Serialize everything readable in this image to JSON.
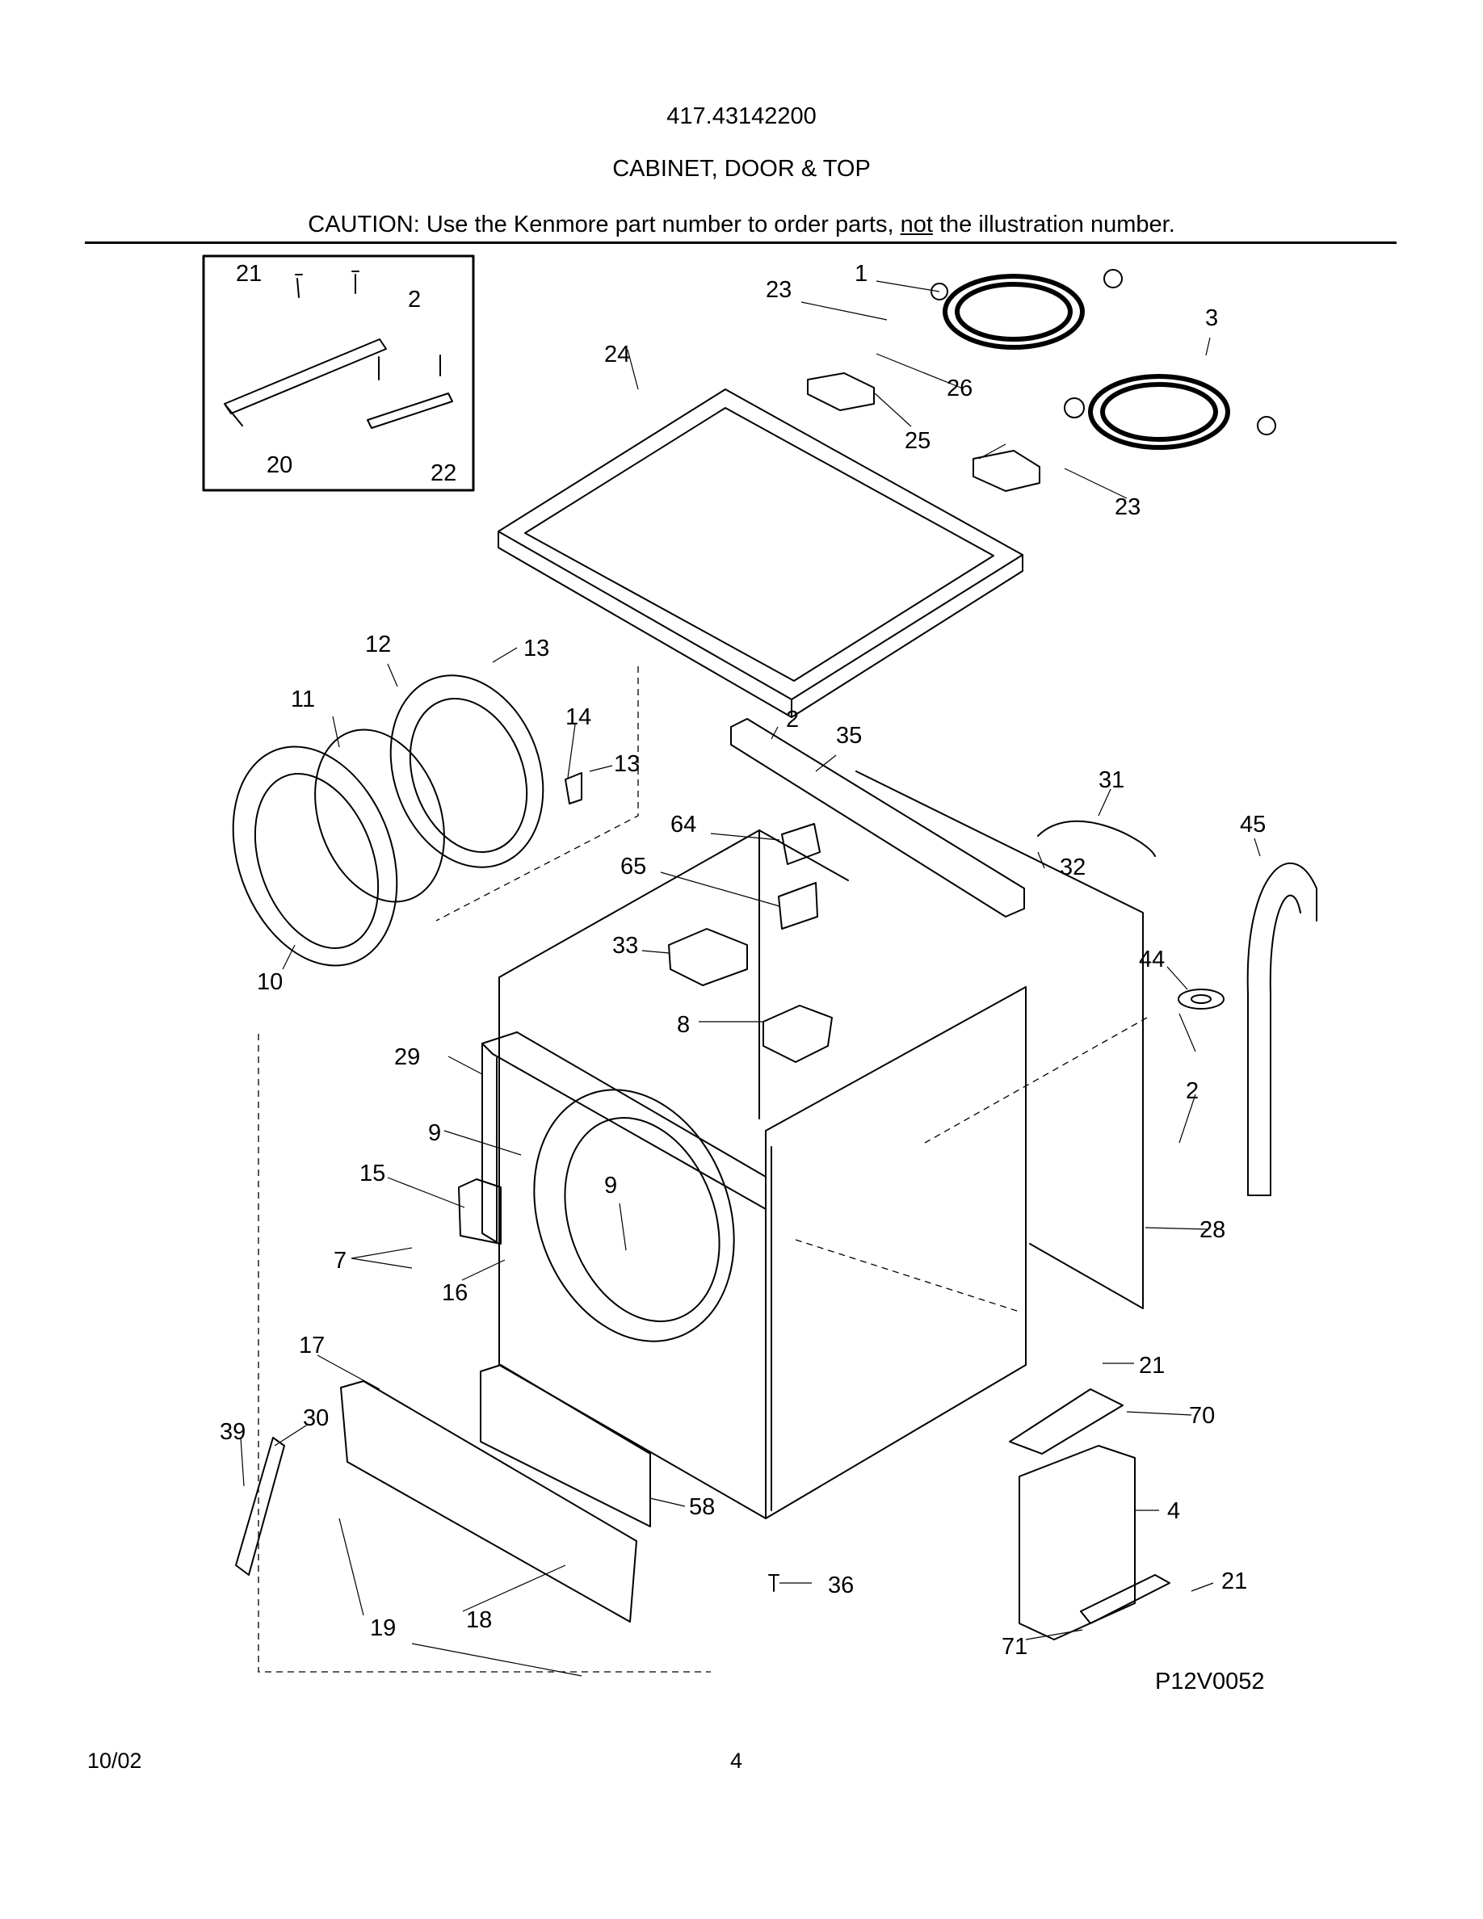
{
  "header": {
    "model": "417.43142200",
    "title": "CABINET, DOOR & TOP",
    "caution_before": "CAUTION: Use the Kenmore part number to order parts, ",
    "caution_underlined": "not",
    "caution_after": " the illustration number."
  },
  "labels": {
    "inset": [
      "21",
      "2",
      "20",
      "22"
    ],
    "main": [
      "1",
      "23",
      "3",
      "24",
      "26",
      "25",
      "23",
      "12",
      "13",
      "11",
      "14",
      "13",
      "2",
      "35",
      "31",
      "45",
      "64",
      "65",
      "32",
      "33",
      "44",
      "10",
      "8",
      "29",
      "2",
      "9",
      "9",
      "15",
      "28",
      "7",
      "16",
      "17",
      "21",
      "70",
      "39",
      "30",
      "58",
      "4",
      "36",
      "21",
      "19",
      "18",
      "71"
    ]
  },
  "code": "P12V0052",
  "footer": {
    "date": "10/02",
    "page": "4"
  }
}
